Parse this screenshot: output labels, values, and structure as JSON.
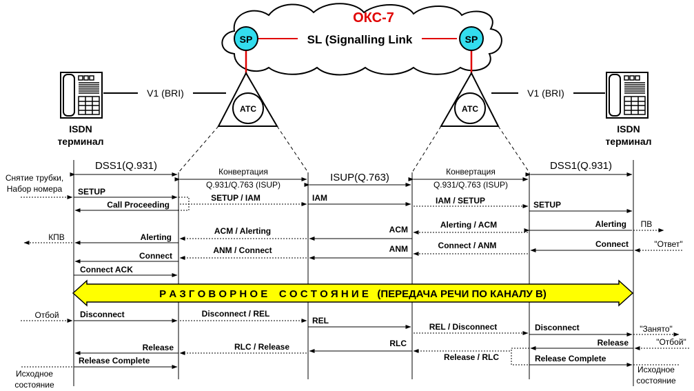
{
  "network": {
    "title": "ОКС-7",
    "sp_label": "SP",
    "link_label": "SL (Signalling Link",
    "exchange_label": "АТС",
    "terminal_link": "V1 (BRI)",
    "terminal_label_1": "ISDN",
    "terminal_label_2": "терминал"
  },
  "protocols": {
    "left": "DSS1(Q.931)",
    "middle": "ISUP(Q.763)",
    "right": "DSS1(Q.931)",
    "conversion_1": "Конвертация",
    "conversion_2": "Q.931/Q.763 (ISUP)"
  },
  "edge_notes": {
    "lift_1": "Снятие трубки,",
    "lift_2": "Набор номера",
    "kpv": "КПВ",
    "pv": "ПВ",
    "answer": "\"Ответ\"",
    "hangup_left": "Отбой",
    "busy": "\"Занято\"",
    "hangup_right": "\"Отбой\"",
    "idle_1": "Исходное",
    "idle_2": "состояние"
  },
  "messages": {
    "setup": "SETUP",
    "call_proceeding": "Call Proceeding",
    "setup_iam": "SETUP / IAM",
    "iam": "IAM",
    "iam_setup": "IAM / SETUP",
    "acm_alerting": "ACM / Alerting",
    "acm": "ACM",
    "alerting_acm": "Alerting / ACM",
    "alerting": "Alerting",
    "anm_connect": "ANM / Connect",
    "anm": "ANM",
    "connect_anm": "Connect / ANM",
    "connect": "Connect",
    "connect_ack": "Connect ACK",
    "disconnect": "Disconnect",
    "disconnect_rel": "Disconnect / REL",
    "rel": "REL",
    "rel_disconnect": "REL / Disconnect",
    "release": "Release",
    "rlc_release": "RLC / Release",
    "rlc": "RLC",
    "release_rlc": "Release / RLC",
    "release_complete": "Release Complete"
  },
  "conversation_state": "Р А З Г О В О Р Н О Е    С О С Т О Я Н И Е   (ПЕРЕДАЧА РЕЧИ ПО КАНАЛУ В)",
  "colors": {
    "title": "#e00000",
    "sp_fill": "#33ddee",
    "signalling_link": "#e00000",
    "banner_fill": "#ffff00"
  }
}
